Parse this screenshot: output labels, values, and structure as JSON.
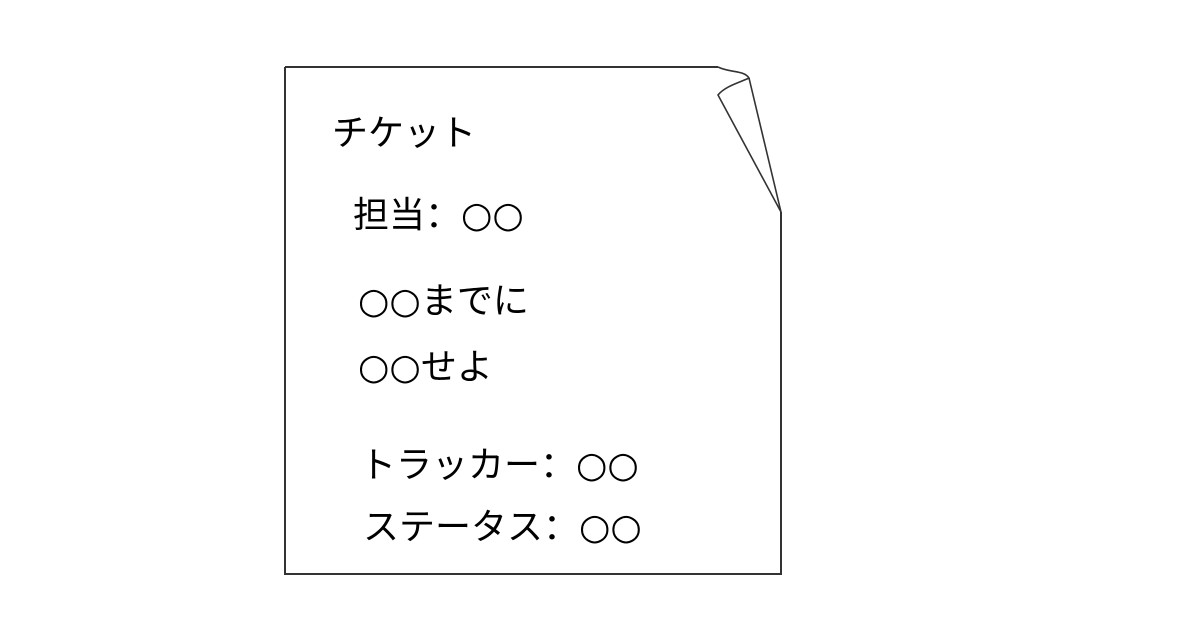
{
  "ticket": {
    "title": "チケット",
    "assignee": "担当：○○",
    "instruction_line1": "○○までに",
    "instruction_line2": "○○せよ",
    "tracker": "トラッカー：○○",
    "status": "ステータス：○○"
  },
  "style": {
    "line_color": "#333333",
    "background": "#ffffff"
  }
}
